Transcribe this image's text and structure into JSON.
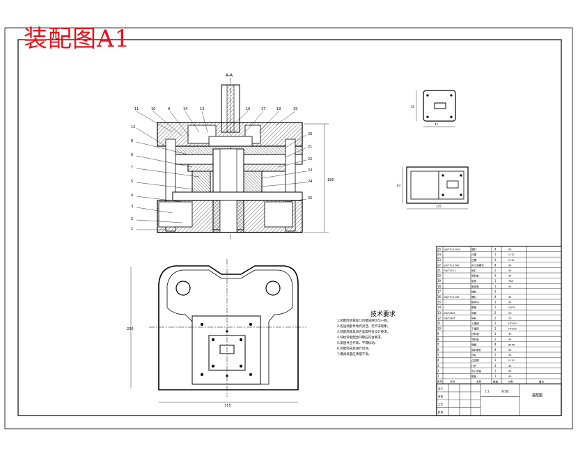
{
  "title": "装配图A1",
  "section_label": "A-A",
  "notes": {
    "heading": "技术要求",
    "lines": [
      "1.装配时须保证凸凹模间隙均匀一致。",
      "2.各运动部件动作灵活，无卡滞现象。",
      "3.装配后模具闭合高度符合设计要求。",
      "4.导柱导套配合间隙应符合要求。",
      "5.紧固件应拧紧，不得松动。",
      "6.装配完成后进行试冲。",
      "7.模具表面应清理干净。"
    ]
  },
  "balloons_top": [
    "11",
    "10",
    "9",
    "14",
    "13",
    "16",
    "17",
    "18",
    "19"
  ],
  "balloons_left": [
    "12",
    "8",
    "6",
    "7",
    "5",
    "4",
    "3",
    "2",
    "1"
  ],
  "balloons_right": [
    "20",
    "21",
    "22",
    "23",
    "24",
    "25"
  ],
  "bom": {
    "rows": [
      {
        "no": "25",
        "spec": "GB/T70.1-M10",
        "name": "螺钉",
        "qty": "4",
        "mat": "45"
      },
      {
        "no": "24",
        "spec": "",
        "name": "凸模",
        "qty": "1",
        "mat": "Cr12"
      },
      {
        "no": "23",
        "spec": "",
        "name": "凹模",
        "qty": "1",
        "mat": "Cr12"
      },
      {
        "no": "22",
        "spec": "GB/T70.1-M8",
        "name": "内六角螺钉",
        "qty": "4",
        "mat": "45"
      },
      {
        "no": "21",
        "spec": "GB/T119.1",
        "name": "销钉",
        "qty": "2",
        "mat": "45"
      },
      {
        "no": "20",
        "spec": "",
        "name": "卸料板",
        "qty": "1",
        "mat": "45"
      },
      {
        "no": "19",
        "spec": "",
        "name": "垫板",
        "qty": "1",
        "mat": "T8A"
      },
      {
        "no": "18",
        "spec": "",
        "name": "固定板",
        "qty": "1",
        "mat": "45"
      },
      {
        "no": "17",
        "spec": "",
        "name": "橡胶",
        "qty": "1",
        "mat": ""
      },
      {
        "no": "16",
        "spec": "GB/T70.1-M6",
        "name": "螺钉",
        "qty": "4",
        "mat": "45"
      },
      {
        "no": "15",
        "spec": "",
        "name": "推件块",
        "qty": "1",
        "mat": "45"
      },
      {
        "no": "14",
        "spec": "",
        "name": "模柄",
        "qty": "1",
        "mat": "Q235"
      },
      {
        "no": "13",
        "spec": "GB/T2861",
        "name": "导套",
        "qty": "2",
        "mat": "20"
      },
      {
        "no": "12",
        "spec": "GB/T2861",
        "name": "导柱",
        "qty": "2",
        "mat": "20"
      },
      {
        "no": "11",
        "spec": "",
        "name": "上模座",
        "qty": "1",
        "mat": "HT200"
      },
      {
        "no": "10",
        "spec": "",
        "name": "下模座",
        "qty": "1",
        "mat": "HT200"
      },
      {
        "no": "9",
        "spec": "",
        "name": "挡料销",
        "qty": "1",
        "mat": "45"
      },
      {
        "no": "8",
        "spec": "",
        "name": "导料板",
        "qty": "2",
        "mat": "45"
      },
      {
        "no": "7",
        "spec": "",
        "name": "弹簧",
        "qty": "4",
        "mat": "65Mn"
      },
      {
        "no": "6",
        "spec": "",
        "name": "卸料螺钉",
        "qty": "4",
        "mat": "45"
      },
      {
        "no": "5",
        "spec": "",
        "name": "顶杆",
        "qty": "2",
        "mat": "45"
      },
      {
        "no": "4",
        "spec": "",
        "name": "凸凹模",
        "qty": "1",
        "mat": "Cr12"
      },
      {
        "no": "3",
        "spec": "",
        "name": "打杆",
        "qty": "1",
        "mat": "45"
      },
      {
        "no": "2",
        "spec": "",
        "name": "空心垫板",
        "qty": "1",
        "mat": "45"
      },
      {
        "no": "1",
        "spec": "",
        "name": "推板",
        "qty": "1",
        "mat": "45"
      }
    ],
    "header": {
      "no": "序号",
      "spec": "代号",
      "name": "名称",
      "qty": "数量",
      "mat": "材料",
      "remark": "备注"
    }
  },
  "title_block": {
    "drawing_name": "装配图",
    "scale": "1:1",
    "sheet": "共1张",
    "labels": [
      "设计",
      "审核",
      "工艺",
      "批准"
    ]
  },
  "dims": {
    "top_height": "180",
    "plan_width": "315",
    "plan_height": "250",
    "part_width": "42",
    "part_height": "35",
    "strip_width": "125",
    "strip_height": "63"
  }
}
